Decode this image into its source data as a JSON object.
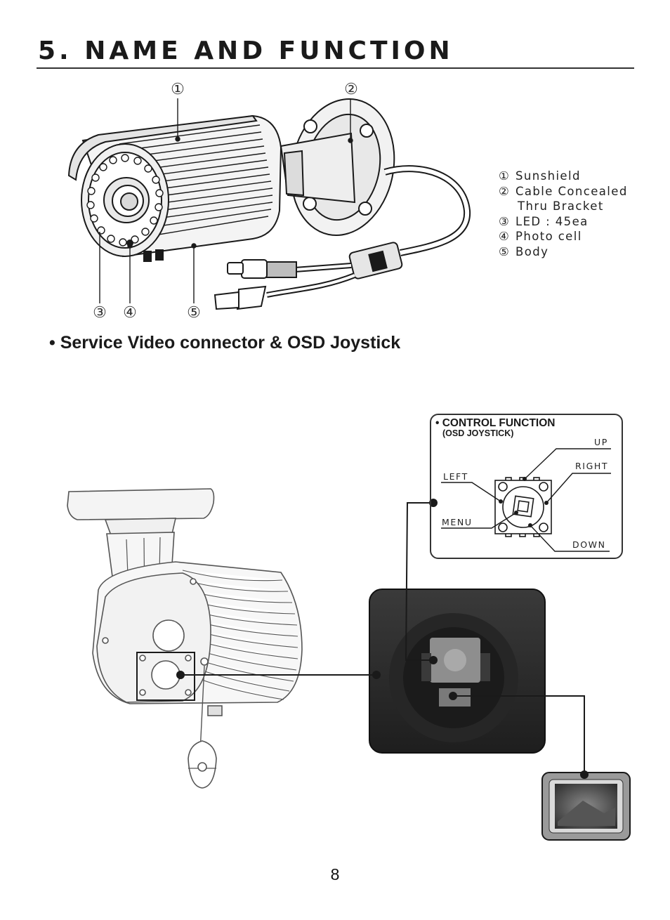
{
  "page": {
    "title": "5. NAME AND FUNCTION",
    "page_number": "8"
  },
  "camera_figure": {
    "callouts": [
      "①",
      "②",
      "③",
      "④",
      "⑤"
    ],
    "legend": [
      {
        "num": "①",
        "label": "Sunshield"
      },
      {
        "num": "②",
        "label": "Cable Concealed"
      },
      {
        "num": "",
        "label": "Thru Bracket"
      },
      {
        "num": "③",
        "label": "LED : 45ea"
      },
      {
        "num": "④",
        "label": "Photo cell"
      },
      {
        "num": "⑤",
        "label": "Body"
      }
    ]
  },
  "service_section": {
    "heading": "• Service Video connector & OSD Joystick",
    "control_function": {
      "title": "• CONTROL FUNCTION",
      "subtitle": "(OSD JOYSTICK)",
      "directions": {
        "up": "UP",
        "right": "RIGHT",
        "left": "LEFT",
        "menu": "MENU",
        "down": "DOWN"
      }
    }
  },
  "icons": [
    "camera-body-illustration",
    "bracket-icon",
    "video-connector-icon",
    "joystick-icon",
    "monitor-icon"
  ],
  "colors": {
    "line": "#1a1a1a",
    "photo_dark": "#2a2a2a",
    "monitor_frame": "#9a9a9a"
  }
}
